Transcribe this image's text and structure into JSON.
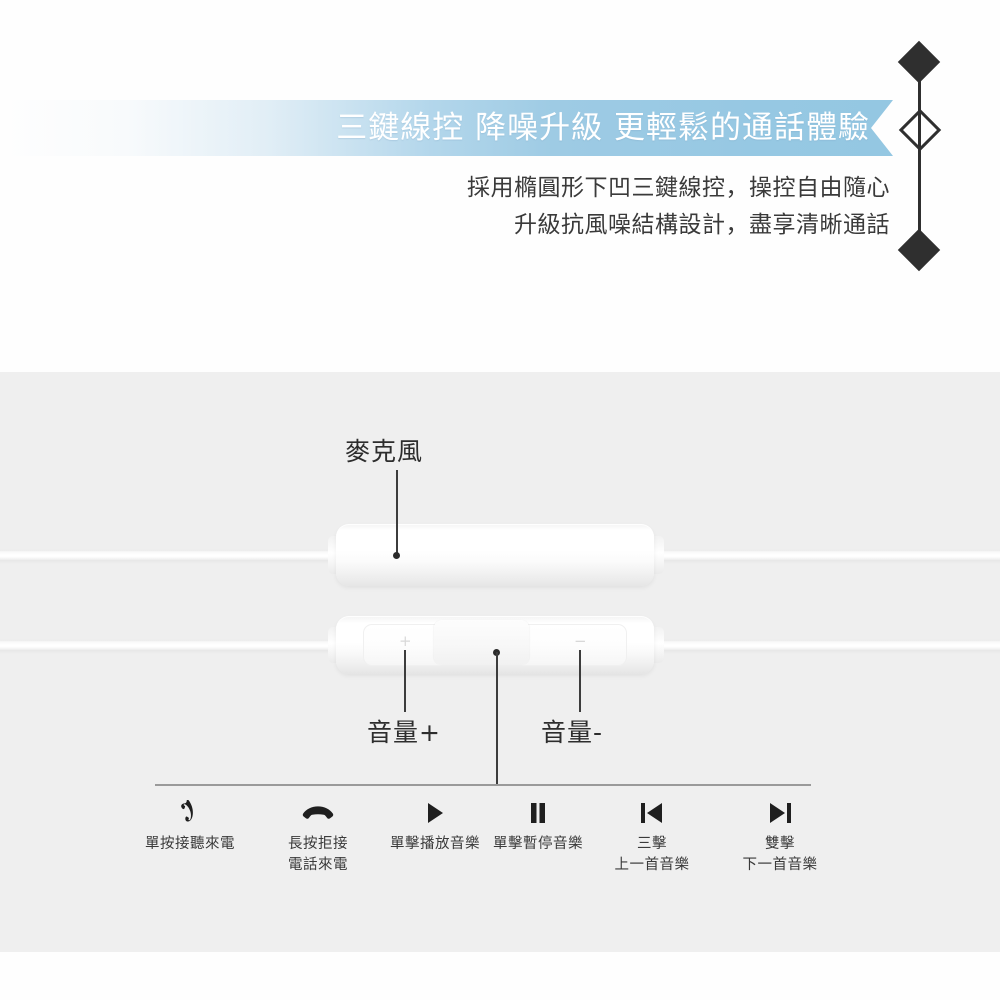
{
  "header": {
    "banner_title": "三鍵線控  降噪升級  更輕鬆的通話體驗",
    "banner_color": "#96c8e3",
    "subtitle_line1": "採用橢圓形下凹三鍵線控，操控自由隨心",
    "subtitle_line2": "升級抗風噪結構設計，盡享清晰通話",
    "ornament": {
      "top_diamond": "filled-diamond-icon",
      "middle_diamond": "hollow-diamond-icon",
      "bottom_diamond": "filled-diamond-icon",
      "color": "#2f2f2f"
    }
  },
  "product": {
    "background_color": "#efefef",
    "callouts": {
      "microphone": "麥克風",
      "volume_up": "音量+",
      "volume_down": "音量-"
    },
    "buttons": {
      "plus_symbol": "+",
      "minus_symbol": "−"
    }
  },
  "legend": {
    "items": [
      {
        "icon": "phone-handset-icon",
        "line1": "單按接聽來電",
        "line2": ""
      },
      {
        "icon": "phone-hangup-icon",
        "line1": "長按拒接",
        "line2": "電話來電"
      },
      {
        "icon": "play-icon",
        "line1": "單擊播放音樂",
        "line2": ""
      },
      {
        "icon": "pause-icon",
        "line1": "單擊暫停音樂",
        "line2": ""
      },
      {
        "icon": "previous-track-icon",
        "line1": "三擊",
        "line2": "上一首音樂"
      },
      {
        "icon": "next-track-icon",
        "line1": "雙擊",
        "line2": "下一首音樂"
      }
    ]
  }
}
